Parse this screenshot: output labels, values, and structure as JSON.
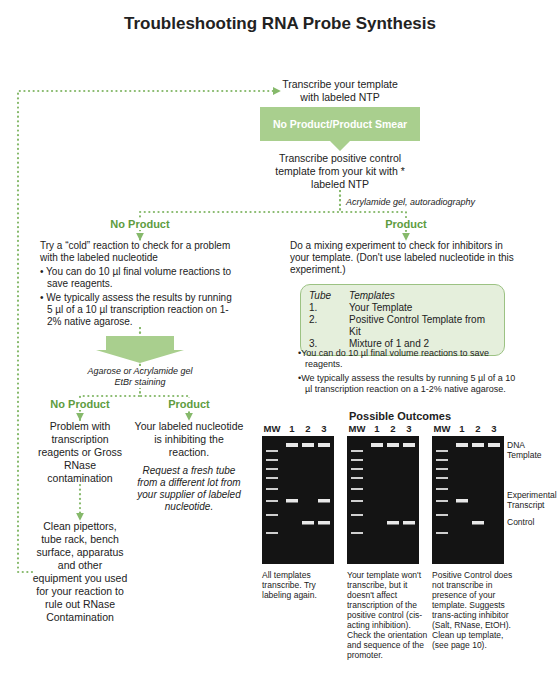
{
  "diagram": {
    "title": "Troubleshooting RNA Probe Synthesis",
    "nodes": [
      {
        "text": [
          "Transcribe your template with labeled NTP"
        ]
      },
      {
        "text": [
          "Transcribe positive control template from your kit with * labeled NTP"
        ]
      },
      {
        "text": [
          "Try a “cold” reaction to check for a problem with the labeled nucleotide",
          "• You can do 10 µl final volume reactions to save reagents.",
          "• We typically assess the results by running 5 µl of a 10 µl transcription reaction on 1-2% native agarose."
        ]
      },
      {
        "text": [
          "Do a mixing experiment to check for inhibitors in your template. (Don't use labeled nucleotide in this experiment.)"
        ]
      },
      {
        "text": [
          "Tube",
          "Templates",
          "1.",
          "Your Template",
          "2.",
          "Positive Control Template from Kit",
          "3.",
          "Mixture of 1 and 2"
        ]
      },
      {
        "text": [
          "Problem with transcription reagents or Gross RNase contamination"
        ]
      },
      {
        "text": [
          "Your labeled nucleotide is inhibiting the reaction.",
          "Request a fresh tube from a different lot from your supplier of labeled nucleotide."
        ]
      },
      {
        "text": [
          "Clean pipettors, tube rack, bench surface, apparatus and other equipment you used for your reaction to rule out RNase Contamination"
        ]
      }
    ],
    "edges": [
      {
        "from": 0,
        "to": 1,
        "label": "No Product/Product Smear",
        "arrow": "to"
      },
      {
        "from": 1,
        "to": 2,
        "label": "No Product",
        "arrow": "to"
      },
      {
        "from": 1,
        "to": 3,
        "label": "Product",
        "arrow": "to"
      },
      {
        "from": 2,
        "to": 5,
        "label": "No Product",
        "arrow": "to"
      },
      {
        "from": 2,
        "to": 6,
        "label": "Product",
        "arrow": "to"
      },
      {
        "from": 5,
        "to": 7,
        "arrow": "to"
      },
      {
        "from": 7,
        "to": 0,
        "arrow": "to"
      }
    ],
    "labels": [
      "Acrylamide gel, autoradiography",
      "Agarose or Acrylamide gel EtBr staining",
      "•You can do 10 µl final volume reactions to save reagents.",
      "•We typically assess the results by running 5 µl of a 10 µl transcription reaction on a 1-2% native agarose.",
      "Possible Outcomes",
      "MW",
      "1",
      "2",
      "3",
      "MW",
      "1",
      "2",
      "3",
      "MW",
      "1",
      "2",
      "3",
      "DNA Template",
      "Experimental Transcript",
      "Control",
      "All templates transcribe. Try labeling again.",
      "Your template won't transcribe, but it doesn't affect transcription of the positive control (cis-acting inhibition). Check the orientation and sequence of the promoter.",
      "Positive Control does not transcribe in presence of your template. Suggests trans-acting inhibitor (Salt, RNase, EtOH). Clean up template, (see page 10)."
    ]
  }
}
